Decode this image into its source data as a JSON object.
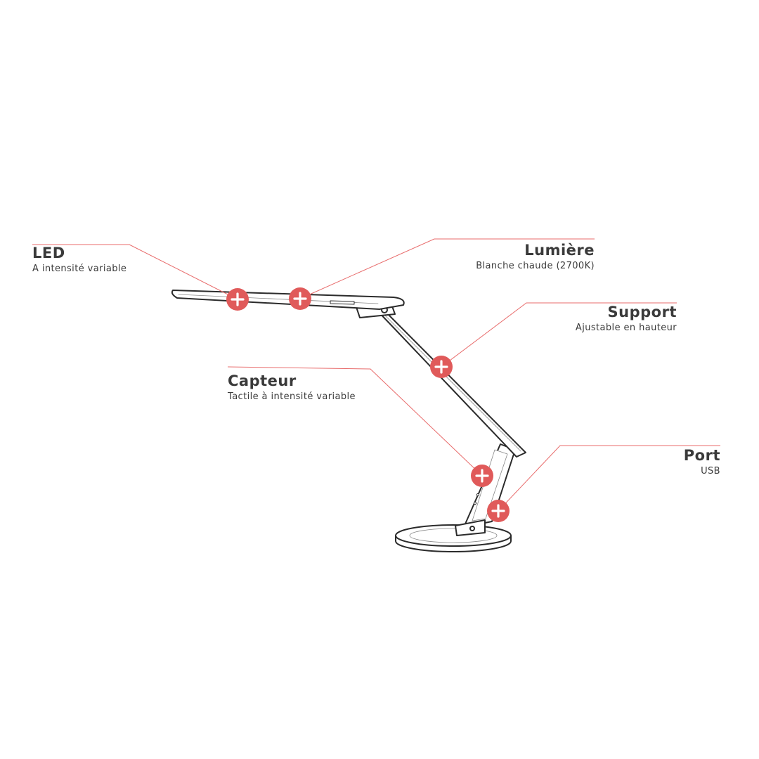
{
  "features": [
    {
      "id": "led",
      "title": "LED",
      "subtitle": "A intensité variable"
    },
    {
      "id": "lumiere",
      "title": "Lumière",
      "subtitle": "Blanche chaude (2700K)"
    },
    {
      "id": "support",
      "title": "Support",
      "subtitle": "Ajustable en hauteur"
    },
    {
      "id": "capteur",
      "title": "Capteur",
      "subtitle": "Tactile à intensité variable"
    },
    {
      "id": "port",
      "title": "Port",
      "subtitle": "USB"
    }
  ],
  "colors": {
    "accent": "#e05a5a",
    "leader_line": "#e86b6b",
    "text": "#3a3a3a",
    "outline": "#2b2b2b"
  },
  "icons": {
    "hotspot": "plus-circle-icon"
  }
}
